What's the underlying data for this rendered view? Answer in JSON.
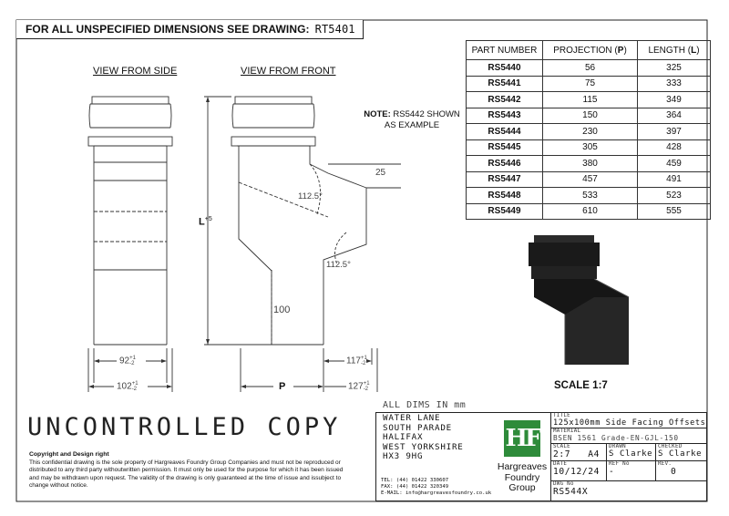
{
  "header": {
    "banner_text": "FOR ALL UNSPECIFIED DIMENSIONS SEE DRAWING:",
    "drawing_ref": "RT5401"
  },
  "views": {
    "side_label": "VIEW FROM SIDE",
    "front_label": "VIEW FROM FRONT",
    "note_label": "NOTE:",
    "note_text_1": "RS5442 SHOWN",
    "note_text_2": "AS EXAMPLE"
  },
  "dimensions": {
    "length": "L",
    "length_tol": "+5",
    "offset": "25",
    "angle_upper": "112.5°",
    "angle_lower": "112.5°",
    "bottom_height": "100",
    "side_width": "92",
    "side_width_tol_top": "+1",
    "side_width_tol_bottom": "-2",
    "side_socket": "102",
    "side_socket_tol_top": "+1",
    "side_socket_tol_bottom": "-2",
    "front_width": "117",
    "front_width_tol_top": "+1",
    "front_width_tol_bottom": "-2",
    "front_socket": "127",
    "front_socket_tol_top": "+1",
    "front_socket_tol_bottom": "-2",
    "projection": "P"
  },
  "parts_table": {
    "headers": {
      "part": "PART NUMBER",
      "projection": "PROJECTION (",
      "projection_sym": "P",
      "length": "LENGTH (",
      "length_sym": "L",
      "close": ")"
    },
    "rows": [
      {
        "part": "RS5440",
        "projection": "56",
        "length": "325"
      },
      {
        "part": "RS5441",
        "projection": "75",
        "length": "333"
      },
      {
        "part": "RS5442",
        "projection": "115",
        "length": "349"
      },
      {
        "part": "RS5443",
        "projection": "150",
        "length": "364"
      },
      {
        "part": "RS5444",
        "projection": "230",
        "length": "397"
      },
      {
        "part": "RS5445",
        "projection": "305",
        "length": "428"
      },
      {
        "part": "RS5446",
        "projection": "380",
        "length": "459"
      },
      {
        "part": "RS5447",
        "projection": "457",
        "length": "491"
      },
      {
        "part": "RS5448",
        "projection": "533",
        "length": "523"
      },
      {
        "part": "RS5449",
        "projection": "610",
        "length": "555"
      }
    ]
  },
  "scale_label": "SCALE 1:7",
  "uncontrolled": "UNCONTROLLED COPY",
  "copyright": {
    "title": "Copyright and Design right",
    "line1": "This confidential drawing is the sole property of Hargreaves Foundry Group Companies and must not be reproduced or",
    "line2": "distributed to any third party withoutwritten permission. It must only be used for the purpose for which it has been issued",
    "line3": "and may be withdrawn upon request. The validity of the drawing is only guaranteed at the time of issue and issubject to",
    "line4": "change without notice."
  },
  "all_dims": "ALL DIMS IN mm",
  "title_block": {
    "address": [
      "WATER LANE",
      "SOUTH PARADE",
      "HALIFAX",
      "WEST YORKSHIRE",
      "HX3 9HG"
    ],
    "tel": "TEL: (44) 01422 330607",
    "fax": "FAX: (44) 01422 320349",
    "email": "E-MAIL: info@hargreavesfoundry.co.uk",
    "logo_text": "HF",
    "company_1": "Hargreaves",
    "company_2": "Foundry",
    "company_3": "Group",
    "title_label": "TITLE",
    "title_value": "125x100mm Side Facing Offsets",
    "material_label": "MATERIAL",
    "material_value": "BSEN 1561 Grade-EN-GJL-150",
    "scale_label": "SCALE",
    "scale_value": "2:7",
    "size_value": "A4",
    "drawn_label": "DRAWN",
    "drawn_value": "S Clarke",
    "checked_label": "CHECKED",
    "checked_value": "S Clarke",
    "date_label": "DATE",
    "date_value": "10/12/24",
    "ref_label": "REF No",
    "ref_value": "-",
    "rev_label": "REV.",
    "rev_value": "0",
    "dwg_label": "DWG No",
    "dwg_value": "RS544X"
  },
  "colors": {
    "logo_green": "#2e8b3a",
    "render_dark": "#1a1a1a"
  }
}
